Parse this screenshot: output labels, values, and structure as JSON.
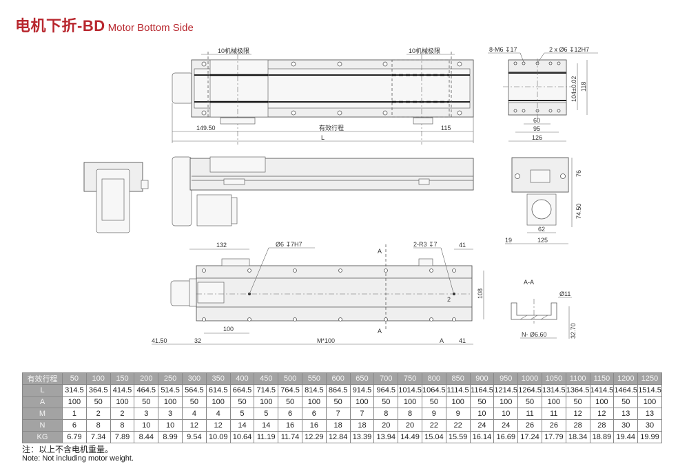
{
  "title": {
    "cn": "电机下折-BD",
    "en": "Motor Bottom Side",
    "color": "#b8272e"
  },
  "top_view": {
    "limit_left": "10机械极限",
    "limit_right": "10机械极限",
    "dim_left": "149.50",
    "dim_stroke": "有效行程",
    "dim_right": "115",
    "dim_L": "L"
  },
  "end_view": {
    "thread": "8-M6 ↧17",
    "pin_hole": "2 x Ø6 ↧12H7",
    "dim_60": "60",
    "dim_95": "95",
    "dim_126": "126",
    "dim_104": "104±0.02",
    "dim_118": "118"
  },
  "motor_end_view": {
    "dim_76": "76",
    "dim_7450": "74.50",
    "dim_62": "62",
    "dim_125": "125",
    "dim_19": "19"
  },
  "bottom_view": {
    "dim_132": "132",
    "pin_hole": "Ø6 ↧7H7",
    "slot": "2-R3 ↧7",
    "dim_41_top": "41",
    "section_mark_top": "A",
    "section_mark_bottom": "A",
    "dim_108": "108",
    "dim_2": "2",
    "dim_100": "100",
    "dim_4150": "41.50",
    "dim_32": "32",
    "dim_M100": "M*100",
    "dim_A": "A",
    "dim_41_bottom": "41"
  },
  "section_view": {
    "label": "A-A",
    "dim_11": "Ø11",
    "dim_N": "N- Ø6.60",
    "dim_3270": "32.70"
  },
  "spec_table": {
    "header_label": "有效行程",
    "strokes": [
      "50",
      "100",
      "150",
      "200",
      "250",
      "300",
      "350",
      "400",
      "450",
      "500",
      "550",
      "600",
      "650",
      "700",
      "750",
      "800",
      "850",
      "900",
      "950",
      "1000",
      "1050",
      "1100",
      "1150",
      "1200",
      "1250"
    ],
    "rows": [
      {
        "label": "L",
        "values": [
          "314.5",
          "364.5",
          "414.5",
          "464.5",
          "514.5",
          "564.5",
          "614.5",
          "664.5",
          "714.5",
          "764.5",
          "814.5",
          "864.5",
          "914.5",
          "964.5",
          "1014.5",
          "1064.5",
          "1114.5",
          "1164.5",
          "1214.5",
          "1264.5",
          "1314.5",
          "1364.5",
          "1414.5",
          "1464.5",
          "1514.5"
        ]
      },
      {
        "label": "A",
        "values": [
          "100",
          "50",
          "100",
          "50",
          "100",
          "50",
          "100",
          "50",
          "100",
          "50",
          "100",
          "50",
          "100",
          "50",
          "100",
          "50",
          "100",
          "50",
          "100",
          "50",
          "100",
          "50",
          "100",
          "50",
          "100"
        ]
      },
      {
        "label": "M",
        "values": [
          "1",
          "2",
          "2",
          "3",
          "3",
          "4",
          "4",
          "5",
          "5",
          "6",
          "6",
          "7",
          "7",
          "8",
          "8",
          "9",
          "9",
          "10",
          "10",
          "11",
          "11",
          "12",
          "12",
          "13",
          "13"
        ]
      },
      {
        "label": "N",
        "values": [
          "6",
          "8",
          "8",
          "10",
          "10",
          "12",
          "12",
          "14",
          "14",
          "16",
          "16",
          "18",
          "18",
          "20",
          "20",
          "22",
          "22",
          "24",
          "24",
          "26",
          "26",
          "28",
          "28",
          "30",
          "30"
        ]
      },
      {
        "label": "KG",
        "values": [
          "6.79",
          "7.34",
          "7.89",
          "8.44",
          "8.99",
          "9.54",
          "10.09",
          "10.64",
          "11.19",
          "11.74",
          "12.29",
          "12.84",
          "13.39",
          "13.94",
          "14.49",
          "15.04",
          "15.59",
          "16.14",
          "16.69",
          "17.24",
          "17.79",
          "18.34",
          "18.89",
          "19.44",
          "19.99"
        ]
      }
    ]
  },
  "notes": {
    "cn": "注：以上不含电机重量。",
    "en": "Note: Not including motor weight."
  }
}
